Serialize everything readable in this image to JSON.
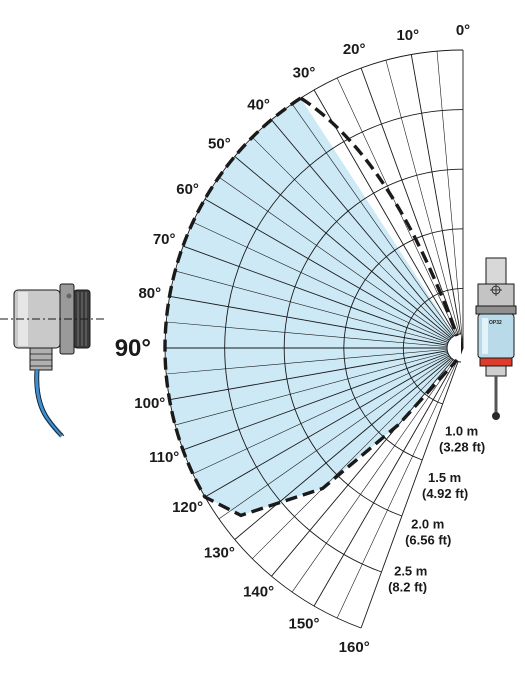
{
  "diagram": {
    "angle_labels": [
      {
        "deg": 0,
        "text": "0°"
      },
      {
        "deg": 10,
        "text": "10°"
      },
      {
        "deg": 20,
        "text": "20°"
      },
      {
        "deg": 30,
        "text": "30°"
      },
      {
        "deg": 40,
        "text": "40°"
      },
      {
        "deg": 50,
        "text": "50°"
      },
      {
        "deg": 60,
        "text": "60°"
      },
      {
        "deg": 70,
        "text": "70°"
      },
      {
        "deg": 80,
        "text": "80°"
      },
      {
        "deg": 90,
        "text": "90°"
      },
      {
        "deg": 100,
        "text": "100°"
      },
      {
        "deg": 110,
        "text": "110°"
      },
      {
        "deg": 120,
        "text": "120°"
      },
      {
        "deg": 130,
        "text": "130°"
      },
      {
        "deg": 140,
        "text": "140°"
      },
      {
        "deg": 150,
        "text": "150°"
      },
      {
        "deg": 160,
        "text": "160°"
      }
    ],
    "range_rings": [
      {
        "meters": 1.0,
        "label_m": "1.0 m",
        "label_ft": "(3.28 ft)"
      },
      {
        "meters": 1.5,
        "label_m": "1.5 m",
        "label_ft": "(4.92 ft)"
      },
      {
        "meters": 2.0,
        "label_m": "2.0 m",
        "label_ft": "(6.56 ft)"
      },
      {
        "meters": 2.5,
        "label_m": "2.5 m",
        "label_ft": "(8.2 ft)"
      }
    ],
    "ring_count": 5,
    "max_range_m": 3.0,
    "fan_start_deg": 0,
    "fan_end_deg": 160,
    "fan_step_deg": 5,
    "coverage_envelope": [
      {
        "deg": 33,
        "range_m": 3.0
      },
      {
        "deg": 40,
        "range_m": 3.0
      },
      {
        "deg": 50,
        "range_m": 3.0
      },
      {
        "deg": 60,
        "range_m": 3.0
      },
      {
        "deg": 70,
        "range_m": 3.0
      },
      {
        "deg": 80,
        "range_m": 3.0
      },
      {
        "deg": 90,
        "range_m": 3.0
      },
      {
        "deg": 100,
        "range_m": 3.0
      },
      {
        "deg": 110,
        "range_m": 3.0
      },
      {
        "deg": 120,
        "range_m": 3.0
      },
      {
        "deg": 127,
        "range_m": 2.8
      },
      {
        "deg": 135,
        "range_m": 2.0
      },
      {
        "deg": 140,
        "range_m": 1.0
      }
    ],
    "probe_model": "OP32",
    "colors": {
      "coverage_fill": "#cde9f6",
      "lines": "#1a1a1a",
      "envelope": "#1a1a1a",
      "probe_body": "#b9dbe9",
      "probe_band": "#e03a2a",
      "receiver_body": "#cfcfcf",
      "cable": "#3f8fd0"
    }
  }
}
